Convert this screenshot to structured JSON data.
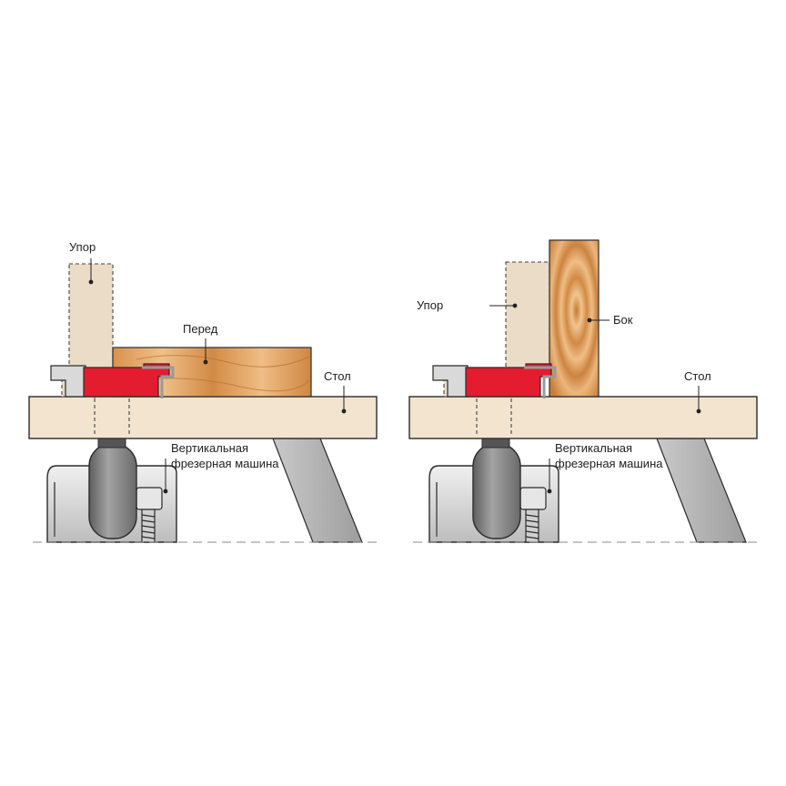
{
  "colors": {
    "table_fill": "#f2e4cf",
    "fence_fill": "#eadcc6",
    "wood_light": "#e9b173",
    "wood_dark": "#c47a35",
    "cutter_red": "#e31c2f",
    "cutter_dark": "#b3131f",
    "metal_light": "#d9d9d9",
    "metal_mid": "#9a9a9a",
    "motor_gray": "#7b7b7b",
    "outline": "#2b2b2b"
  },
  "left": {
    "fence_label": "Упор",
    "workpiece_label": "Перед",
    "table_label": "Стол",
    "router_label_line1": "Вертикальная",
    "router_label_line2": "фрезерная машина"
  },
  "right": {
    "fence_label": "Упор",
    "workpiece_label": "Бок",
    "table_label": "Стол",
    "router_label_line1": "Вертикальная",
    "router_label_line2": "фрезерная машина"
  }
}
